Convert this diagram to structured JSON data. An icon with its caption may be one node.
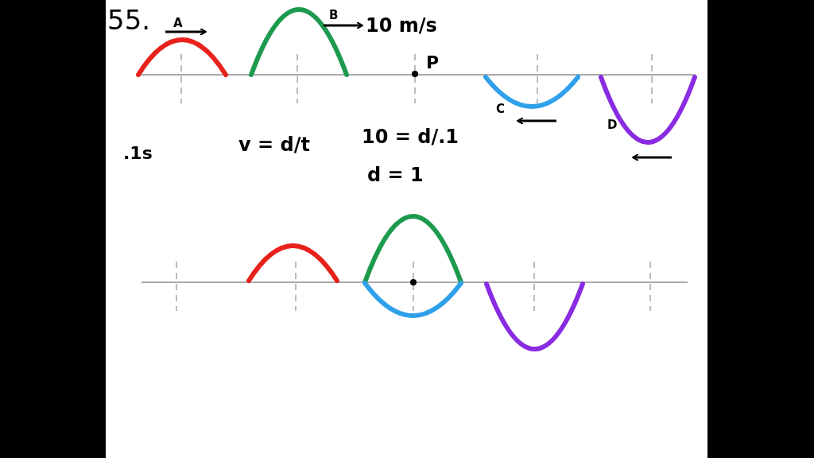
{
  "diagram": {
    "labels": [
      "55.",
      "A",
      "B",
      "10 m/s",
      "P",
      "C",
      "D",
      ".1s",
      "v = d/t",
      "10 = d/.1",
      "d = 1"
    ]
  }
}
